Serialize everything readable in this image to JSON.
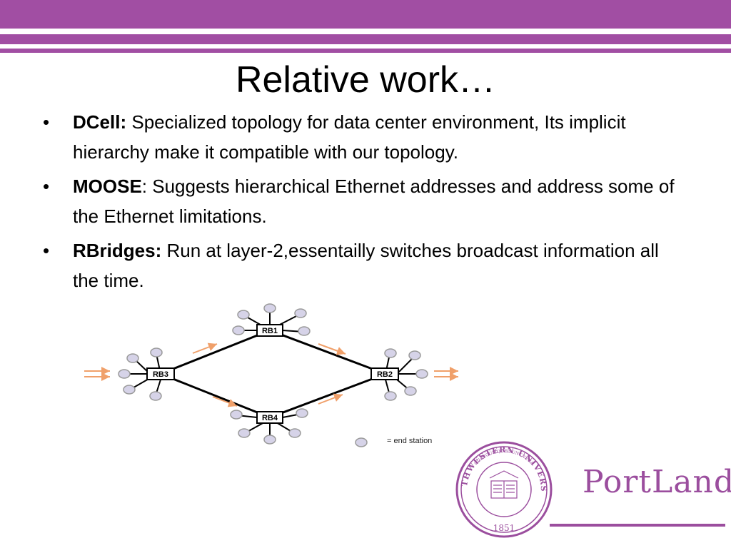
{
  "slide": {
    "title": "Relative work…",
    "bullets": [
      {
        "term": "DCell:",
        "text": " Specialized topology for data center environment, Its implicit hierarchy make it compatible with our topology."
      },
      {
        "term": "MOOSE",
        "text": ": Suggests hierarchical Ethernet addresses and address some of the Ethernet limitations."
      },
      {
        "term": "RBridges:",
        "text": " Run at layer-2,essentailly switches broadcast information all the time."
      }
    ],
    "bullet_glyph": "•"
  },
  "diagram": {
    "nodes": [
      "RB1",
      "RB2",
      "RB3",
      "RB4"
    ],
    "legend": "= end station"
  },
  "brand": {
    "name": "PortLand",
    "seal_text": "NORTHWESTERN UNIVERSITY",
    "seal_motto": "QUAECUMQUE SUNT VERA",
    "seal_year": "1851",
    "accent_color": "#a14ea3"
  }
}
